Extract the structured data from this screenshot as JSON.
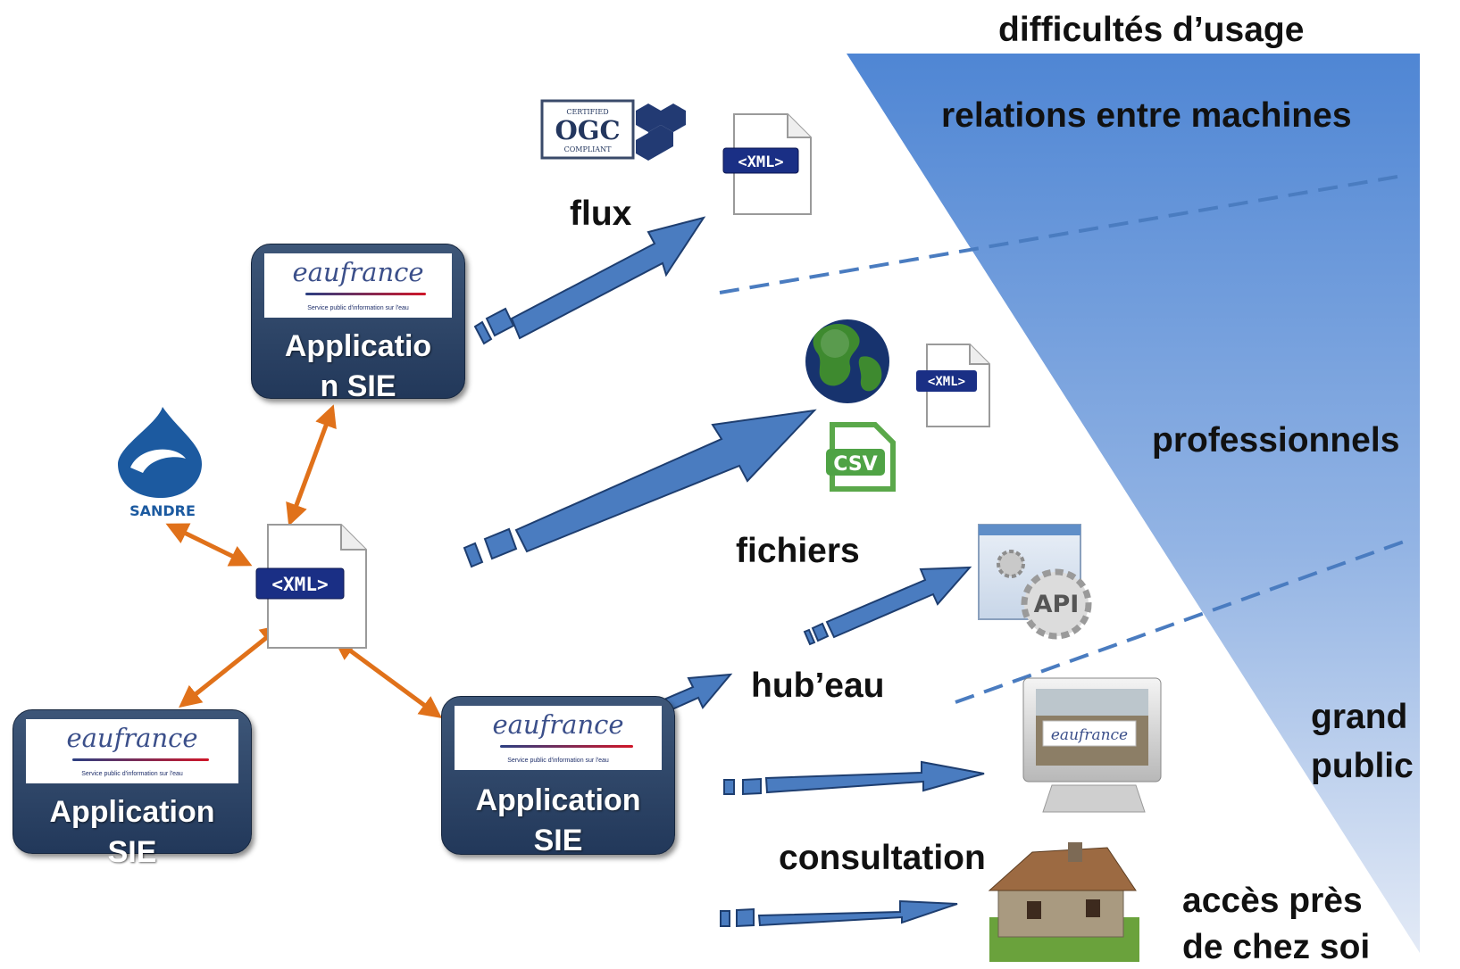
{
  "header": {
    "difficulty_label": "difficultés d’usage",
    "machines_label": "relations entre machines"
  },
  "audience": {
    "professionals": "professionnels",
    "public_line1": "grand",
    "public_line2": "public",
    "nearby_line1": "accès près",
    "nearby_line2": "de chez soi"
  },
  "flows": {
    "flux": "flux",
    "fichiers": "fichiers",
    "hubeau": "hub’eau",
    "consultation": "consultation"
  },
  "apps": {
    "top": {
      "brand": "eaufrance",
      "tagline": "Service public d'information sur l'eau",
      "name": "Applicatio n SIE"
    },
    "left": {
      "brand": "eaufrance",
      "tagline": "Service public d'information sur l'eau",
      "name": "Application SIE"
    },
    "center": {
      "brand": "eaufrance",
      "tagline": "Service public d'information sur l'eau",
      "name": "Application SIE"
    }
  },
  "icons": {
    "xml_label": "<XML>",
    "csv_label": "CSV",
    "api_label": "API",
    "sandre_label": "SANDRE",
    "ogc_line1": "CERTIFIED",
    "ogc_line2": "OGC",
    "ogc_line3": "COMPLIANT",
    "monitor_brand": "eaufrance"
  },
  "colors": {
    "wedge_top": "#5b8fd6",
    "wedge_bottom": "#dfe8f6",
    "arrow_fill": "#4a7cc0",
    "orange_link": "#e0711a",
    "app_box": "#2e4668",
    "dashed_line": "#4a7cc0"
  }
}
